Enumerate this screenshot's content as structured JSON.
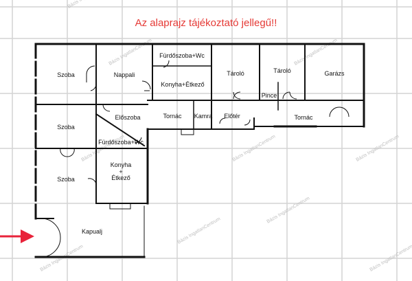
{
  "disclaimer": {
    "text": "Az alaprajz tájékoztató jellegű!!",
    "color": "#e53935"
  },
  "colors": {
    "grid": "#d4d4d4",
    "wall": "#111111",
    "arrow": "#e8233a"
  },
  "watermark": {
    "text": "Bázis IngatlanCentrum"
  },
  "rooms": {
    "szoba1": "Szoba",
    "nappali": "Nappali",
    "furdo_top": "Fürdőszoba+Wc",
    "konyha_top": "Konyha+Étkező",
    "tarolo1": "Tároló",
    "tarolo2": "Tároló",
    "garazs": "Garázs",
    "eloszoba": "Előszoba",
    "tornac1": "Tornác",
    "kamra": "Kamra",
    "eloter": "Előtér",
    "pince": "Pince",
    "tornac2": "Tornác",
    "szoba2": "Szoba",
    "furdo_mid": "Fürdőszoba+Wc",
    "konyha_mid_1": "Konyha",
    "konyha_mid_2": "+",
    "konyha_mid_3": "Étkező",
    "szoba3": "Szoba",
    "kapualj": "Kapualj"
  },
  "icons": {
    "entrance": "entrance-arrow-icon"
  }
}
